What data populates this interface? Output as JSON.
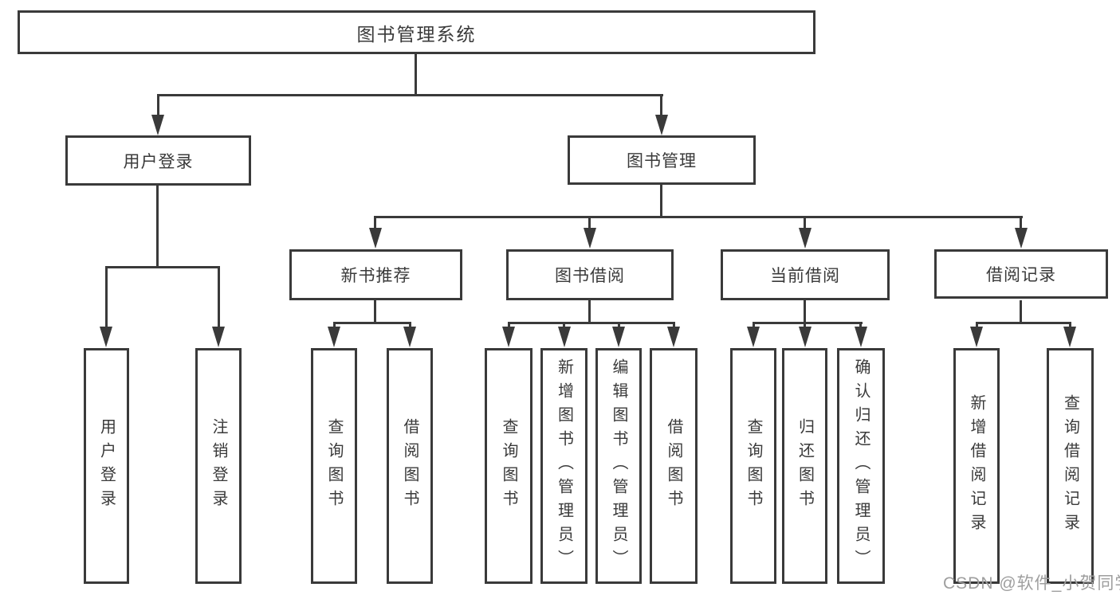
{
  "diagram_type": "hierarchy",
  "tree": {
    "label": "图书管理系统",
    "children": [
      {
        "label": "用户登录",
        "children": [
          {
            "label": "用户登录"
          },
          {
            "label": "注销登录"
          }
        ]
      },
      {
        "label": "图书管理",
        "children": [
          {
            "label": "新书推荐",
            "children": [
              {
                "label": "查询图书"
              },
              {
                "label": "借阅图书"
              }
            ]
          },
          {
            "label": "图书借阅",
            "children": [
              {
                "label": "查询图书"
              },
              {
                "label": "新增图书（管理员）"
              },
              {
                "label": "编辑图书（管理员）"
              },
              {
                "label": "借阅图书"
              }
            ]
          },
          {
            "label": "当前借阅",
            "children": [
              {
                "label": "查询图书"
              },
              {
                "label": "归还图书"
              },
              {
                "label": "确认归还（管理员）"
              }
            ]
          },
          {
            "label": "借阅记录",
            "children": [
              {
                "label": "新增借阅记录"
              },
              {
                "label": "查询借阅记录"
              }
            ]
          }
        ]
      }
    ]
  },
  "watermark": {
    "text": "CSDN @软件_小贺同学"
  },
  "colors": {
    "line": "#3a3a3a",
    "text": "#3a3a3a",
    "box_background": "#ffffff",
    "background": "#ffffff",
    "watermark": "#9e9e9e"
  }
}
